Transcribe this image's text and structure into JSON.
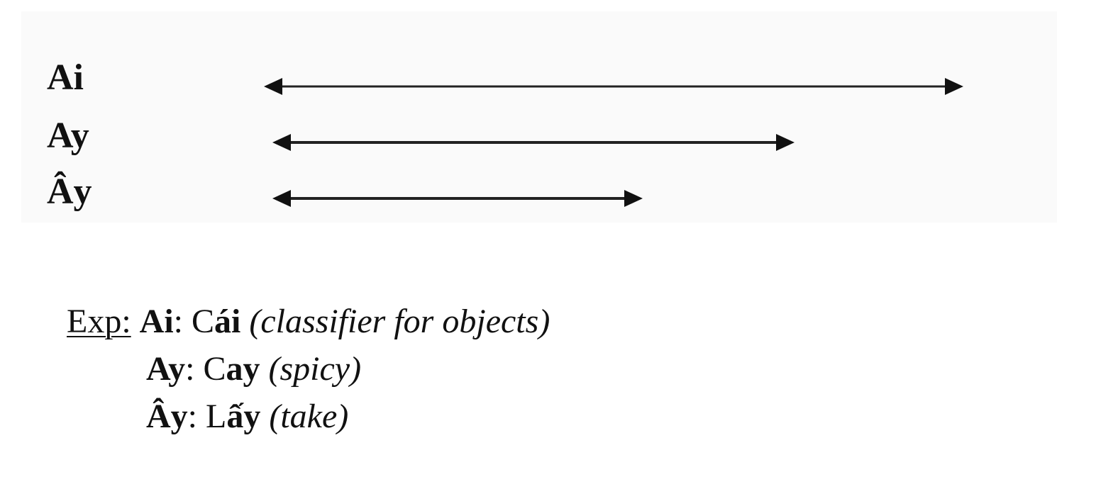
{
  "diagram": {
    "rows": [
      {
        "label": "Ai",
        "relative_length": 1.0
      },
      {
        "label": "Ay",
        "relative_length": 0.74
      },
      {
        "label": "Ây",
        "relative_length": 0.52
      }
    ],
    "arrow_color": "#222222",
    "panel_color": "#fafafa"
  },
  "examples": {
    "prefix": "Exp:",
    "items": [
      {
        "vowel": "Ai",
        "sep": ": ",
        "word_start": "C",
        "word_bold": "ái",
        "gloss": "(classifier for objects)"
      },
      {
        "vowel": "Ay",
        "sep": ": ",
        "word_start": "C",
        "word_bold": "ay",
        "gloss": "(spicy)"
      },
      {
        "vowel": "Ây",
        "sep": ": ",
        "word_start": "L",
        "word_bold": "ấy",
        "gloss": "(take)"
      }
    ]
  }
}
